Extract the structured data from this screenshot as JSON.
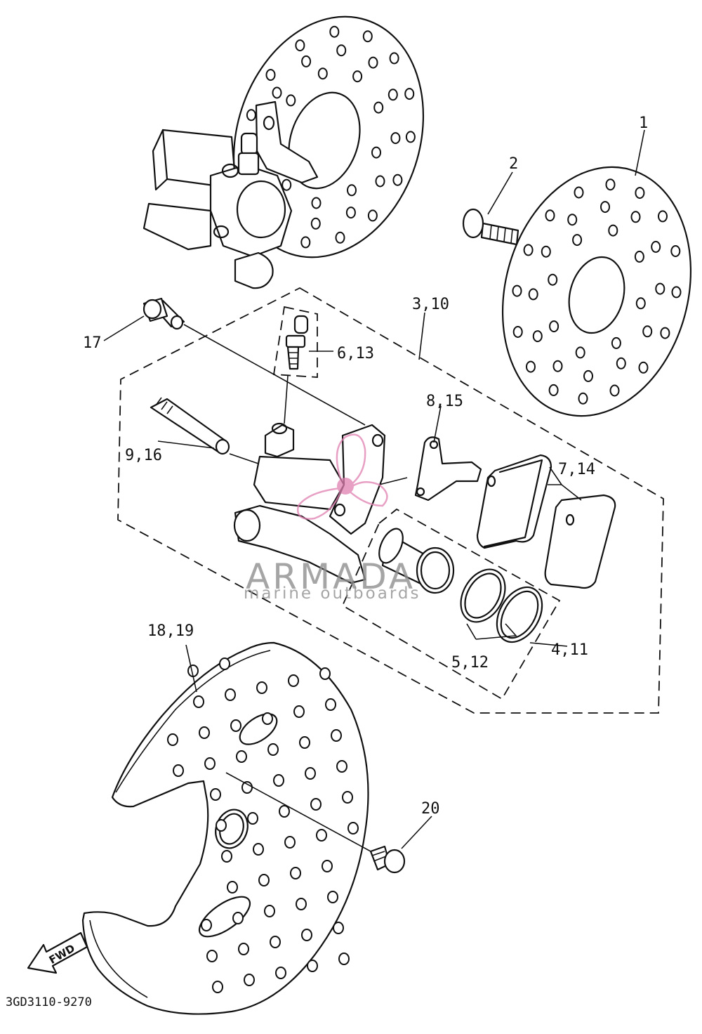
{
  "callouts": {
    "c1": "1",
    "c2": "2",
    "c3": "3,10",
    "c4": "4,11",
    "c5": "5,12",
    "c6": "6,13",
    "c7": "7,14",
    "c8": "8,15",
    "c9": "9,16",
    "c17": "17",
    "c18": "18,19",
    "c20": "20"
  },
  "direction_label": "FWD",
  "diagram_code": "3GD3110-9270",
  "watermark": {
    "brand": "ARMADA",
    "tagline": "marine outboards",
    "accent_color": "#e07fb0",
    "text_color": "#8f8f8f"
  }
}
